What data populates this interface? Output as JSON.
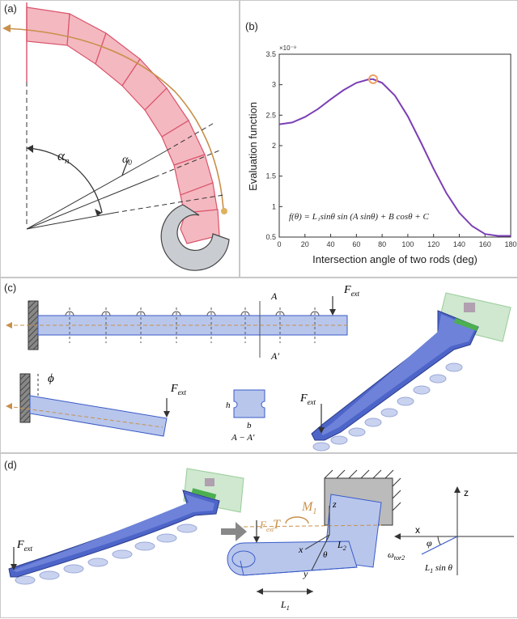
{
  "panels": {
    "a": {
      "label": "(a)",
      "alpha_n": "α",
      "alpha_n_sub": "n",
      "alpha_0": "α",
      "alpha_0_sub": "0"
    },
    "b": {
      "label": "(b)"
    },
    "c": {
      "label": "(c)",
      "section_A": "A",
      "section_A_prime": "A′",
      "f_ext": "F",
      "f_ext_sub": "ext",
      "phi": "ϕ",
      "h": "h",
      "b": "b",
      "section_caption": "A − A′"
    },
    "d": {
      "label": "(d)",
      "f_ext": "F",
      "f_ext_sub": "ext",
      "m1": "M",
      "m1_sub": "1",
      "torque": "T",
      "z_axis": "z",
      "x_axis": "x",
      "y_axis": "y",
      "theta": "θ",
      "l1": "L",
      "l1_sub": "1",
      "l2": "L",
      "l2_sub": "2",
      "omega": "ω",
      "omega_sub": "tor2",
      "varphi": "φ",
      "l1_sin": "L",
      "l1_sin_sub": "1",
      "l1_sin_suffix": " sin θ"
    }
  },
  "chart_data": {
    "type": "line",
    "title": "",
    "xlabel": "Intersection angle of two rods (deg)",
    "ylabel": "Evaluation function",
    "exponent_label": "×10⁻⁹",
    "xlim": [
      0,
      180
    ],
    "ylim": [
      0.5,
      3.5
    ],
    "xticks": [
      "0",
      "20",
      "40",
      "60",
      "80",
      "100",
      "120",
      "140",
      "160",
      "180"
    ],
    "yticks": [
      "0.5",
      "1",
      "1.5",
      "2",
      "2.5",
      "3",
      "3.5"
    ],
    "x": [
      0,
      10,
      20,
      30,
      40,
      50,
      60,
      70,
      73,
      80,
      90,
      100,
      110,
      120,
      130,
      140,
      150,
      160,
      170,
      180
    ],
    "series": [
      {
        "values": [
          2.35,
          2.38,
          2.47,
          2.6,
          2.76,
          2.91,
          3.03,
          3.09,
          3.09,
          3.03,
          2.82,
          2.48,
          2.06,
          1.62,
          1.22,
          0.9,
          0.68,
          0.55,
          0.52,
          0.52
        ]
      }
    ],
    "marker": {
      "x": 73,
      "y": 3.09
    },
    "equation": "f(θ) = L₁sinθ sin (A sinθ) + B cosθ + C",
    "colors": {
      "line": "#7b3fb5",
      "marker": "#f0a060"
    }
  }
}
